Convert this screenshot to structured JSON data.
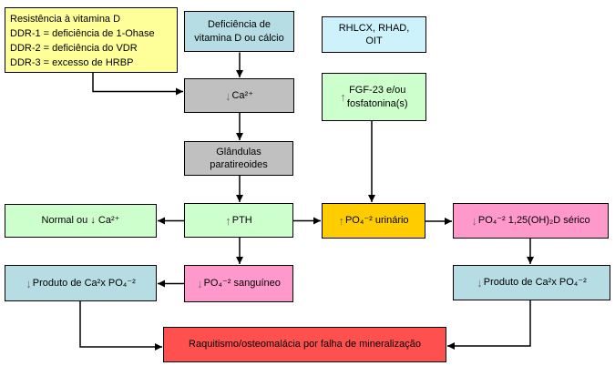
{
  "diagram": {
    "palette": {
      "note_yellow": "#ffff99",
      "pale_blue": "#b6dde3",
      "pale_cyan": "#cdf2fb",
      "gray": "#c0c0c0",
      "green": "#ccffcc",
      "orange": "#ffcc00",
      "pink": "#ff99cc",
      "red": "#ff5050",
      "line_black": "#000000",
      "trend_arrow_gray": "#6e6e6e"
    },
    "nodes": {
      "resistencia": {
        "text": "Resistência à vitamina D\nDDR-1 = deficiência de 1-Ohase\nDDR-2 = deficiência do VDR\nDDR-3 = excesso de HRBP",
        "color": "#ffff99"
      },
      "deficiencia": {
        "text": "Deficiência de\nvitamina D ou cálcio",
        "color": "#b6dde3"
      },
      "rhlcx": {
        "text": "RHLCX, RHAD,\nOIT",
        "color": "#cdf2fb"
      },
      "ca_baixo": {
        "arrow": "↓",
        "text": "Ca²⁺",
        "color": "#c0c0c0"
      },
      "fgf23": {
        "arrow": "↑",
        "text": "FGF-23 e/ou\nfosfatonina(s)",
        "color": "#ccffcc"
      },
      "glandulas": {
        "text": "Glândulas\nparatireoides",
        "color": "#c0c0c0"
      },
      "normal_ca": {
        "text": "Normal ou ↓ Ca²⁺",
        "color": "#ccffcc"
      },
      "pth": {
        "arrow": "↑",
        "text": "PTH",
        "color": "#ccffcc"
      },
      "po4_urinario": {
        "arrow": "↑",
        "text": "PO₄⁻² urinário",
        "color": "#ffcc00"
      },
      "po4_serico": {
        "arrow": "↓",
        "text": "PO₄⁻² 1,25(OH)₂D sérico",
        "color": "#ff99cc"
      },
      "produto_esquerda": {
        "arrow": "↓",
        "text": "Produto de Ca²x PO₄⁻²",
        "color": "#b6dde3"
      },
      "po4_sanguineo": {
        "arrow": "↓",
        "text": "PO₄⁻² sanguíneo",
        "color": "#ff99cc"
      },
      "produto_direita": {
        "arrow": "↓",
        "text": "Produto de Ca²x PO₄⁻²",
        "color": "#b6dde3"
      },
      "raquitismo": {
        "text": "Raquitismo/osteomalácia por falha de mineralização",
        "color": "#ff5050"
      }
    }
  }
}
